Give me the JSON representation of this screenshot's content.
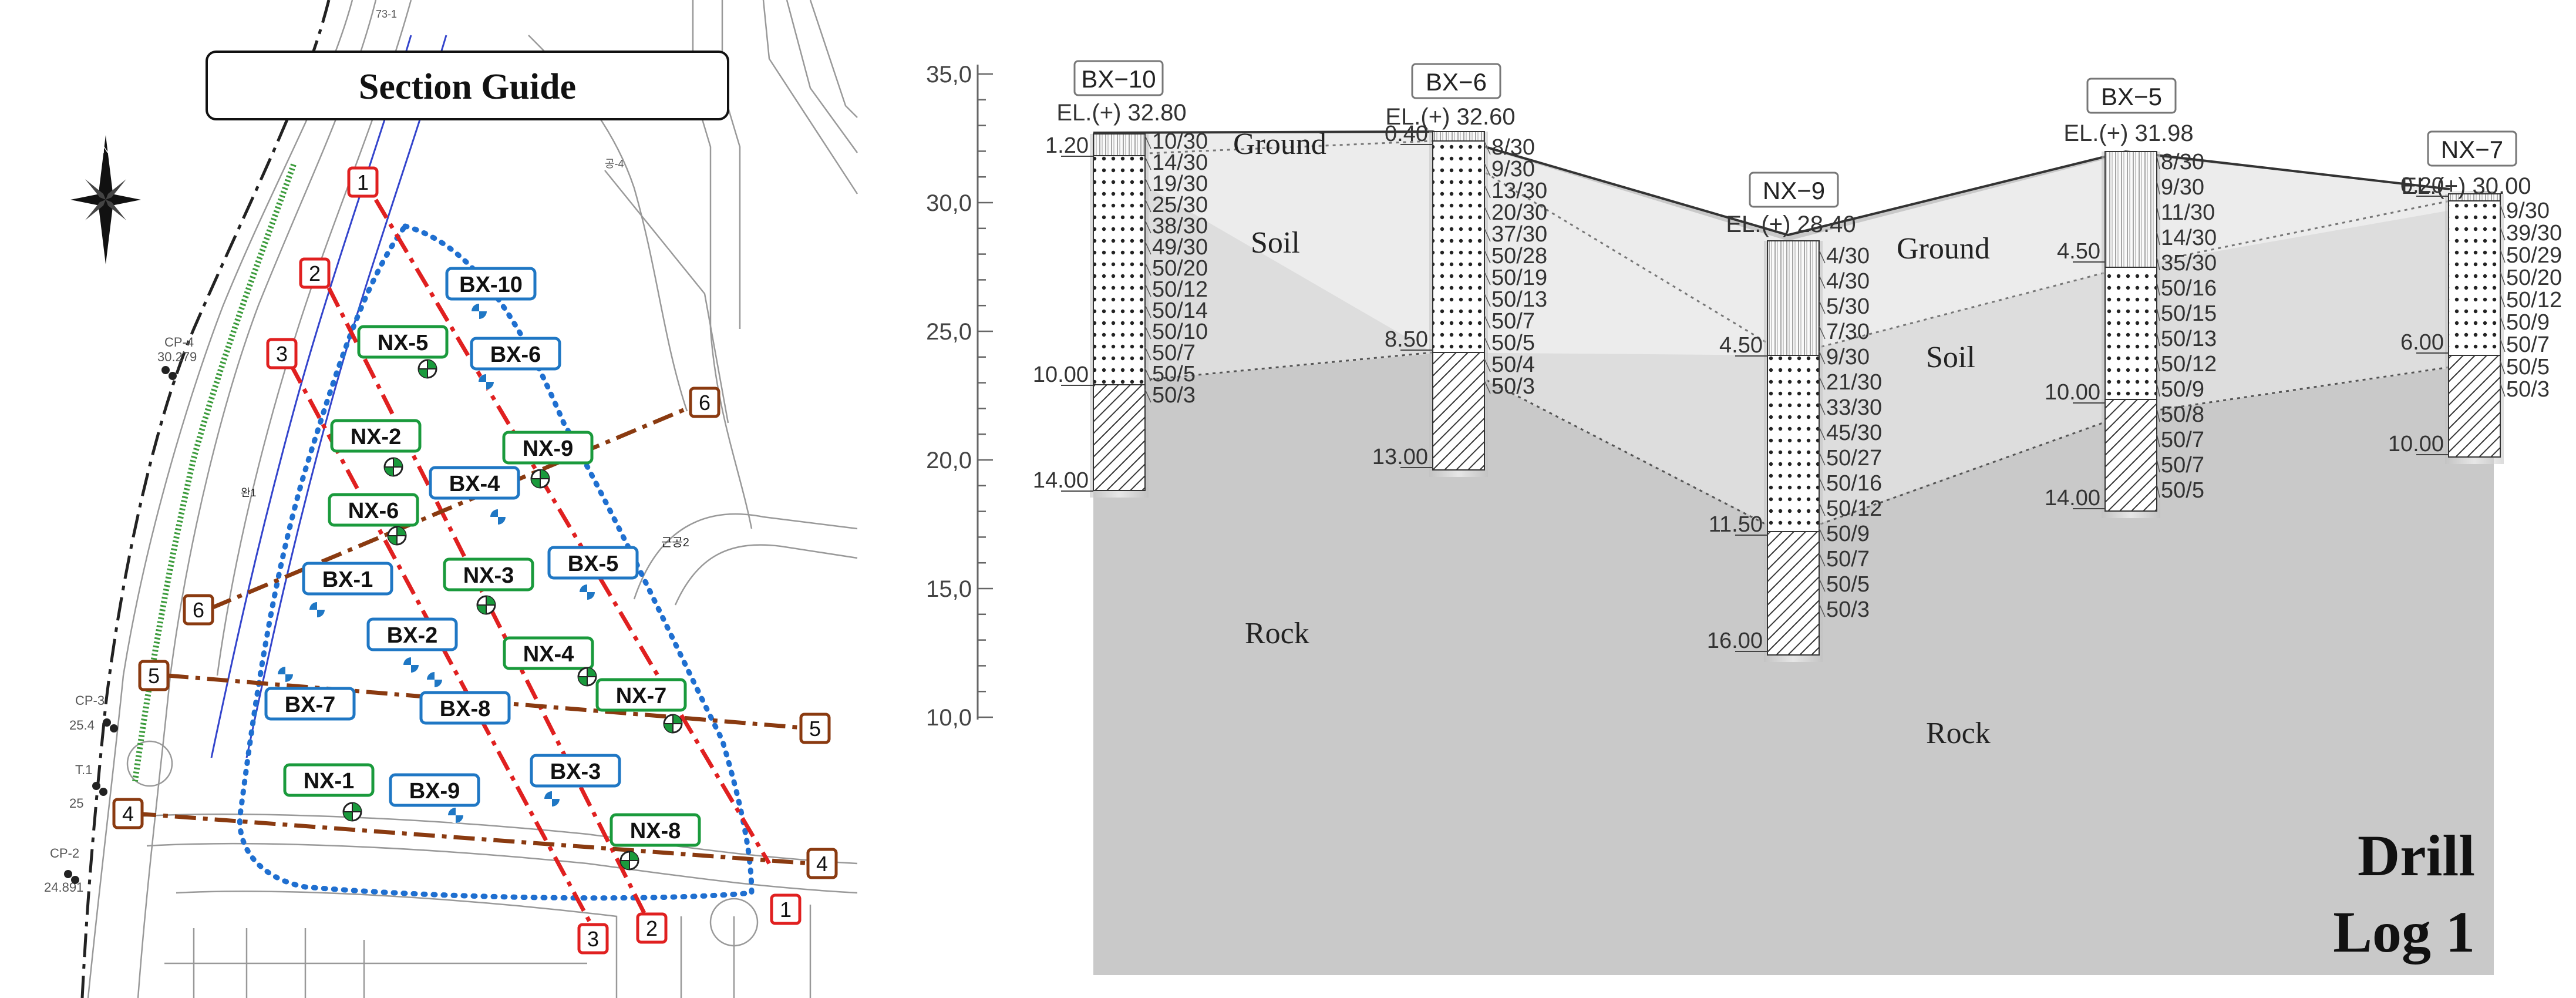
{
  "left_panel": {
    "title": "Section Guide",
    "map_labels": {
      "cp4": "CP-4",
      "cp4_elev": "30.279",
      "cp3": "CP-3",
      "cp3_elev": "25.4",
      "cp2": "CP-2",
      "cp2_elev": "24.891",
      "t1": "T.1",
      "t1_elev": "25",
      "road_label": "근공2",
      "small1": "공-4",
      "small2": "완1",
      "small3": "73-1"
    },
    "section_markers": [
      {
        "id": "m1a",
        "label": "1",
        "style": "red"
      },
      {
        "id": "m1b",
        "label": "1",
        "style": "red"
      },
      {
        "id": "m2a",
        "label": "2",
        "style": "red"
      },
      {
        "id": "m2b",
        "label": "2",
        "style": "red"
      },
      {
        "id": "m3a",
        "label": "3",
        "style": "red"
      },
      {
        "id": "m3b",
        "label": "3",
        "style": "red"
      },
      {
        "id": "m4a",
        "label": "4",
        "style": "brown"
      },
      {
        "id": "m4b",
        "label": "4",
        "style": "brown"
      },
      {
        "id": "m5a",
        "label": "5",
        "style": "brown"
      },
      {
        "id": "m5b",
        "label": "5",
        "style": "brown"
      },
      {
        "id": "m6a",
        "label": "6",
        "style": "brown"
      },
      {
        "id": "m6b",
        "label": "6",
        "style": "brown"
      }
    ],
    "boreholes": [
      {
        "id": "bx10",
        "label": "BX-10",
        "type": "BX"
      },
      {
        "id": "bx6",
        "label": "BX-6",
        "type": "BX"
      },
      {
        "id": "nx5",
        "label": "NX-5",
        "type": "NX"
      },
      {
        "id": "nx2",
        "label": "NX-2",
        "type": "NX"
      },
      {
        "id": "nx9",
        "label": "NX-9",
        "type": "NX"
      },
      {
        "id": "bx4",
        "label": "BX-4",
        "type": "BX"
      },
      {
        "id": "nx6",
        "label": "NX-6",
        "type": "NX"
      },
      {
        "id": "bx1",
        "label": "BX-1",
        "type": "BX"
      },
      {
        "id": "nx3",
        "label": "NX-3",
        "type": "NX"
      },
      {
        "id": "bx5",
        "label": "BX-5",
        "type": "BX"
      },
      {
        "id": "bx2",
        "label": "BX-2",
        "type": "BX"
      },
      {
        "id": "nx4",
        "label": "NX-4",
        "type": "NX"
      },
      {
        "id": "bx7",
        "label": "BX-7",
        "type": "BX"
      },
      {
        "id": "bx8",
        "label": "BX-8",
        "type": "BX"
      },
      {
        "id": "nx7",
        "label": "NX-7",
        "type": "NX"
      },
      {
        "id": "nx1",
        "label": "NX-1",
        "type": "NX"
      },
      {
        "id": "bx9",
        "label": "BX-9",
        "type": "BX"
      },
      {
        "id": "bx3",
        "label": "BX-3",
        "type": "BX"
      },
      {
        "id": "nx8",
        "label": "NX-8",
        "type": "NX"
      }
    ],
    "colors": {
      "bx": "#1f77c4",
      "nx": "#1a9a3c",
      "red": "#e02020",
      "brown": "#8a3a10",
      "boundary": "#1f6fd0"
    }
  },
  "right_panel": {
    "axis_ticks": [
      "35,0",
      "30,0",
      "25,0",
      "20,0",
      "15,0",
      "10,0"
    ],
    "layers": {
      "ground": "Ground",
      "ground2": "Ground",
      "soil": "Soil",
      "soil2": "Soil",
      "rock": "Rock",
      "rock2": "Rock"
    },
    "drill_label_line1": "Drill",
    "drill_label_line2": "Log 1",
    "boreholes": [
      {
        "name": "BX−10",
        "elevation": "EL.(+) 32.80",
        "depth_top": "1.20",
        "depth_soil": "10.00",
        "depth_bottom": "14.00",
        "spt": [
          "10/30",
          "14/30",
          "19/30",
          "25/30",
          "38/30",
          "49/30",
          "50/20",
          "50/12",
          "50/14",
          "50/10",
          "50/7",
          "50/5",
          "50/3"
        ]
      },
      {
        "name": "BX−6",
        "elevation": "EL.(+) 32.60",
        "depth_top": "0.40",
        "depth_soil": "8.50",
        "depth_bottom": "13.00",
        "spt": [
          "8/30",
          "9/30",
          "13/30",
          "20/30",
          "37/30",
          "50/28",
          "50/19",
          "50/13",
          "50/7",
          "50/5",
          "50/4",
          "50/3"
        ]
      },
      {
        "name": "NX−9",
        "elevation": "EL.(+) 28.40",
        "depth_top": "",
        "depth_soil": "4.50",
        "depth_rock": "11.50",
        "depth_bottom": "16.00",
        "spt": [
          "4/30",
          "4/30",
          "5/30",
          "7/30",
          "9/30",
          "21/30",
          "33/30",
          "45/30",
          "50/27",
          "50/16",
          "50/12",
          "50/9",
          "50/7",
          "50/5",
          "50/3"
        ]
      },
      {
        "name": "BX−5",
        "elevation": "EL.(+) 31.98",
        "depth_top": "",
        "depth_soil": "4.50",
        "depth_rock": "10.00",
        "depth_bottom": "14.00",
        "spt": [
          "8/30",
          "9/30",
          "11/30",
          "14/30",
          "35/30",
          "50/16",
          "50/15",
          "50/13",
          "50/12",
          "50/9",
          "50/8",
          "50/7",
          "50/7",
          "50/5"
        ]
      },
      {
        "name": "NX−7",
        "elevation": "EL.(+) 30.00",
        "depth_top": "0.20",
        "depth_soil": "6.00",
        "depth_bottom": "10.00",
        "spt": [
          "9/30",
          "39/30",
          "50/29",
          "50/20",
          "50/12",
          "50/9",
          "50/7",
          "50/5",
          "50/3"
        ]
      }
    ]
  }
}
